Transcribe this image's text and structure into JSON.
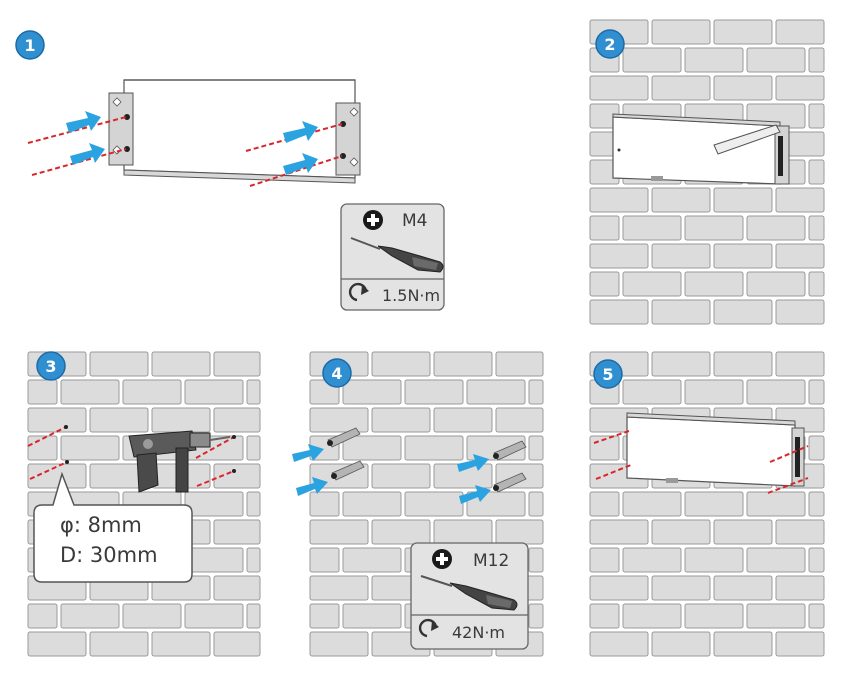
{
  "steps": [
    {
      "number": "1"
    },
    {
      "number": "2"
    },
    {
      "number": "3"
    },
    {
      "number": "4"
    },
    {
      "number": "5"
    }
  ],
  "step1_tool": {
    "screw": "M4",
    "torque": "1.5N·m"
  },
  "step3_callout": {
    "diameter": "φ: 8mm",
    "depth": "D: 30mm"
  },
  "step4_tool": {
    "screw": "M12",
    "torque": "42N·m"
  },
  "colors": {
    "badge": "#2f8fd1",
    "arrow": "#2ba3e0",
    "dash": "#d9262b",
    "brick": "#dcdcdc",
    "brick_stroke": "#9a9a9a",
    "panel": "#e3e3e3"
  },
  "icons": [
    "plus-circle-icon",
    "screwdriver-icon",
    "rotate-icon",
    "drill-icon"
  ]
}
